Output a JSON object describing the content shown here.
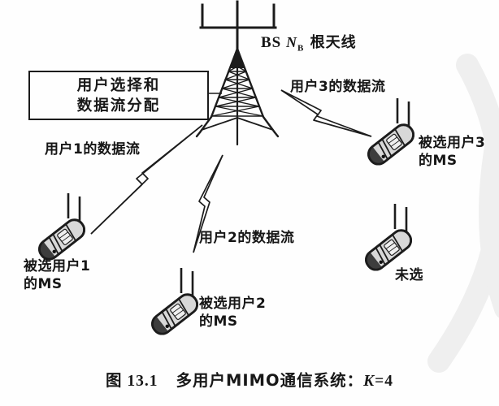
{
  "colors": {
    "ink": "#1c1c1c",
    "phone_fill": "#d8d8d8",
    "phone_screen": "#efefef",
    "watermark": "#eeeeee",
    "background": "#fefefe"
  },
  "icons": {
    "bs_antenna_array": "fork-antenna (three vertical prongs on a bar atop mast)",
    "base_station_tower": "lattice radio tower with cross bracing",
    "data_stream": "double-line lightning bolt",
    "mobile_phone": "tilted clamshell handset with two antennas",
    "watermark": "faint gray library stamp arcs"
  },
  "diagram": {
    "bs_label": {
      "prefix": "BS ",
      "variable": "N",
      "subscript": "B",
      "suffix": " 根天线"
    },
    "control_box": {
      "line1": "用户选择和",
      "line2": "数据流分配"
    },
    "streams": [
      {
        "label": "用户1的数据流"
      },
      {
        "label": "用户2的数据流"
      },
      {
        "label": "用户3的数据流"
      }
    ],
    "stations": [
      {
        "line1": "被选用户1",
        "line2": "的MS"
      },
      {
        "line1": "被选用户2",
        "line2": "的MS"
      },
      {
        "line1": "被选用户3",
        "line2": "的MS"
      },
      {
        "line1": "未选",
        "line2": ""
      }
    ],
    "caption": {
      "figure_no": "图 13.1",
      "title": "多用户MIMO通信系统：",
      "variable": "K",
      "value": "=4"
    }
  }
}
